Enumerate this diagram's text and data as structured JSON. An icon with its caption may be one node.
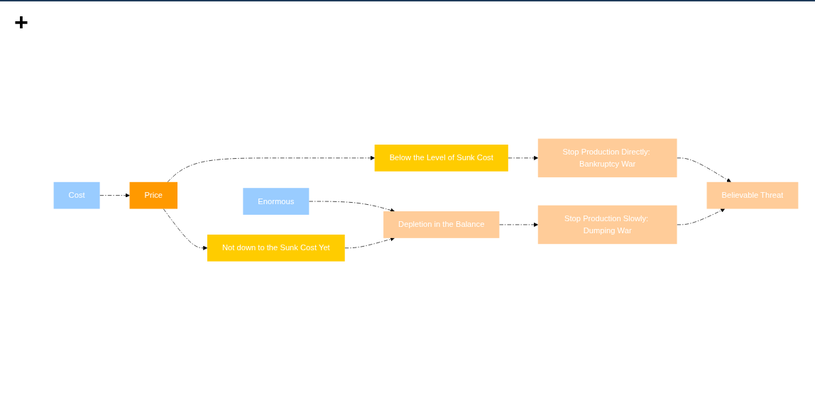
{
  "diagram": {
    "nodes": [
      {
        "text": [
          "Cost"
        ]
      },
      {
        "text": [
          "Enormous"
        ]
      },
      {
        "text": [
          "Price"
        ]
      },
      {
        "text": [
          "Not down to the Sunk Cost Yet"
        ]
      },
      {
        "text": [
          "Depletion in the Balance"
        ]
      },
      {
        "text": [
          "Below the Level of Sunk Cost"
        ]
      },
      {
        "text": [
          "Stop Production Directly: Bankruptcy War"
        ]
      },
      {
        "text": [
          "Stop Production Slowly: Dumping War"
        ]
      },
      {
        "text": [
          "Believable Threat"
        ]
      }
    ],
    "edges": [
      {
        "from": 0,
        "to": 2,
        "arrow": "to",
        "style": "dashed"
      },
      {
        "from": 2,
        "to": 3,
        "arrow": "to",
        "style": "dashed"
      },
      {
        "from": 1,
        "to": 4,
        "arrow": "to",
        "style": "dashed"
      },
      {
        "from": 3,
        "to": 4,
        "arrow": "to",
        "style": "dashed"
      },
      {
        "from": 2,
        "to": 5,
        "arrow": "to",
        "style": "dashed"
      },
      {
        "from": 4,
        "to": 7,
        "arrow": "to",
        "style": "dashed"
      },
      {
        "from": 5,
        "to": 6,
        "arrow": "to",
        "style": "dashed"
      },
      {
        "from": 6,
        "to": 8,
        "arrow": "to",
        "style": "dashed"
      },
      {
        "from": 7,
        "to": 8,
        "arrow": "to",
        "style": "dashed"
      }
    ],
    "labels": [
      "+"
    ]
  }
}
